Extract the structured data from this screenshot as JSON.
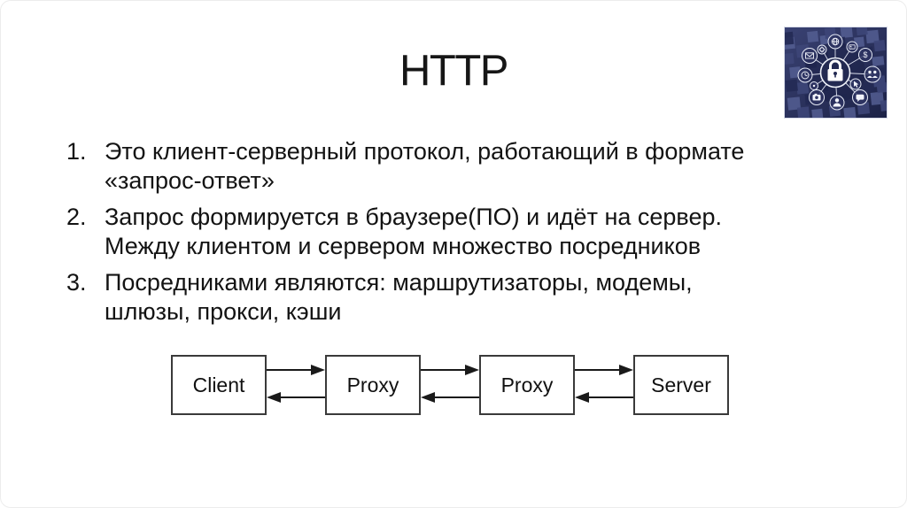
{
  "slide_title": "HTTP",
  "bullet_list": {
    "items": [
      {
        "number": "1.",
        "text": "Это клиент-серверный протокол, работающий в формате «запрос-ответ»"
      },
      {
        "number": "2.",
        "text": "Запрос формируется в браузере(ПО) и идёт на сервер. Между клиентом и сервером множество посредников"
      },
      {
        "number": "3.",
        "text": "Посредниками являются: маршрутизаторы, модемы, шлюзы, прокси, кэши"
      }
    ]
  },
  "diagram": {
    "nodes": [
      {
        "label": "Client"
      },
      {
        "label": "Proxy"
      },
      {
        "label": "Proxy"
      },
      {
        "label": "Server"
      }
    ],
    "arrow_pattern": "top arrow points right, bottom arrow points left, between each pair of nodes"
  },
  "hero_image": {
    "icons": [
      "padlock",
      "globe",
      "id-card",
      "dollar",
      "people",
      "cursor",
      "chat-bubble",
      "person",
      "camera",
      "dot",
      "clock",
      "envelope",
      "gear"
    ],
    "dollar_glyph": "$"
  },
  "colors": {
    "text": "#131313",
    "title": "#161616",
    "diagram_border": "#3a3a3a",
    "arrow": "#1a1a1a",
    "hero_background": "#2a3160",
    "hero_icon": "#f2f4fb",
    "slide_border": "#ececec"
  }
}
